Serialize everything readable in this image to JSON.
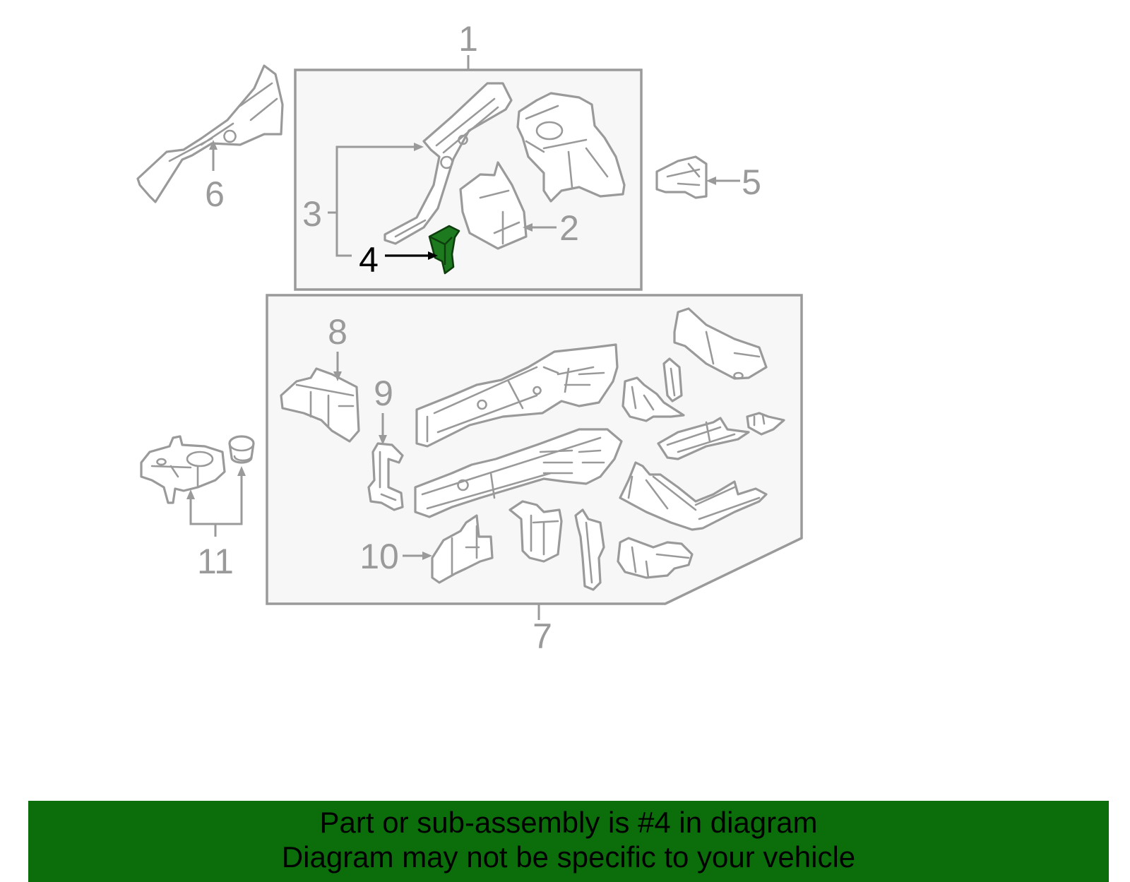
{
  "callouts": {
    "c1": "1",
    "c2": "2",
    "c3": "3",
    "c4": "4",
    "c5": "5",
    "c6": "6",
    "c7": "7",
    "c8": "8",
    "c9": "9",
    "c10": "10",
    "c11": "11"
  },
  "highlight": {
    "part_number": "4",
    "color": "#1e7a1e"
  },
  "banner": {
    "line1": "Part or sub-assembly is #4 in diagram",
    "line2": "Diagram may not be specific to your vehicle",
    "background": "#0b6e0b"
  }
}
